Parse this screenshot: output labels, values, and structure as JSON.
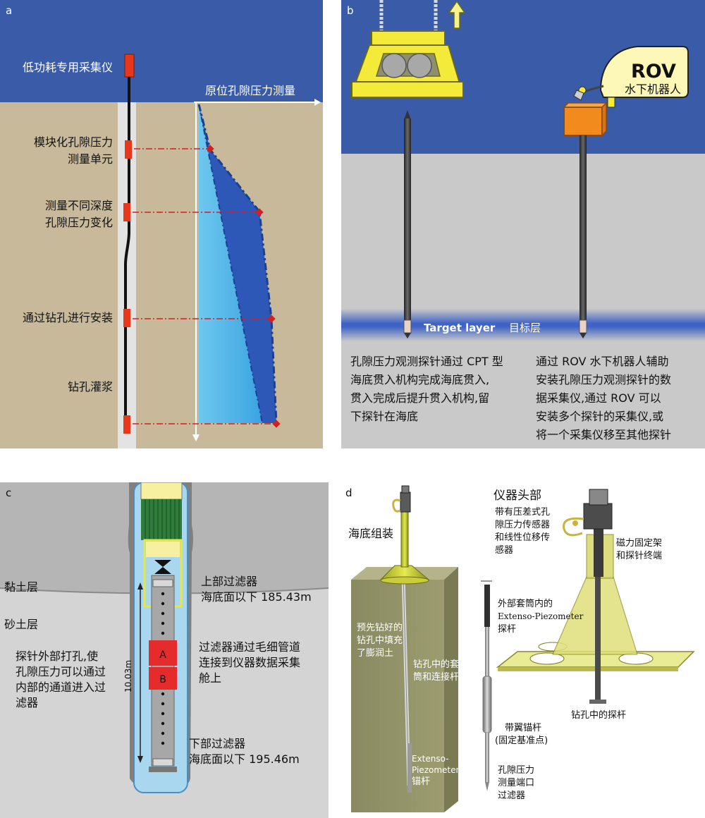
{
  "panel_a": {
    "letter": "a",
    "measure_title": "原位孔隙压力测量",
    "labels": [
      "低功耗专用采集仪",
      "模块化孔隙压力",
      "测量单元",
      "测量不同深度",
      "孔隙压力变化",
      "通过钻孔进行安装",
      "钻孔灌浆"
    ]
  },
  "panel_b": {
    "letter": "b",
    "rov_title": "ROV",
    "rov_subtitle": "水下机器人",
    "target_en": "Target layer",
    "target_cn": "目标层",
    "left_text": [
      "孔隙压力观测探针通过 CPT 型",
      "海底贯入机构完成海底贯入,",
      "贯入完成后提升贯入机构,留",
      "下探针在海底"
    ],
    "right_text": [
      "通过 ROV 水下机器人辅助",
      "安装孔隙压力观测探针的数",
      "据采集仪,通过 ROV 可以",
      "安装多个探针的采集仪,或",
      "将一个采集仪移至其他探针"
    ]
  },
  "panel_c": {
    "letter": "c",
    "clay_layer": "黏土层",
    "sand_layer": "砂土层",
    "left_text": [
      "探针外部打孔,使",
      "孔隙压力可以通过",
      "内部的通道进入过",
      "滤器"
    ],
    "length_label": "10.03m",
    "block_a": "A",
    "block_b": "B",
    "upper_filter": [
      "上部过滤器",
      "海底面以下 185.43m"
    ],
    "middle_text": [
      "过滤器通过毛细管道",
      "连接到仪器数据采集",
      "舱上"
    ],
    "lower_filter": [
      "下部过滤器",
      "海底面以下 195.46m"
    ]
  },
  "panel_d": {
    "letter": "d",
    "seafloor_assembly": "海底组装",
    "head_title": "仪器头部",
    "head_desc": [
      "带有压差式孔",
      "隙压力传感器",
      "和线性位移传",
      "感器"
    ],
    "magnet_text": [
      "磁力固定架",
      "和探针终端"
    ],
    "bentonite_text": [
      "预先钻好的",
      "钻孔中填充",
      "了膨润土"
    ],
    "casing_text": [
      "钻孔中的套",
      "筒和连接杆"
    ],
    "anchor_left": [
      "Extenso-",
      "Piezometer",
      "锚杆"
    ],
    "outer_rod": [
      "外部套筒内的",
      "Extenso-Piezometer",
      "探杆"
    ],
    "probe_in_hole": "钻孔中的探杆",
    "winged_anchor": [
      "带翼锚杆",
      "(固定基准点)"
    ],
    "port_filter": [
      "孔隙压力",
      "测量端口",
      "过滤器"
    ]
  }
}
